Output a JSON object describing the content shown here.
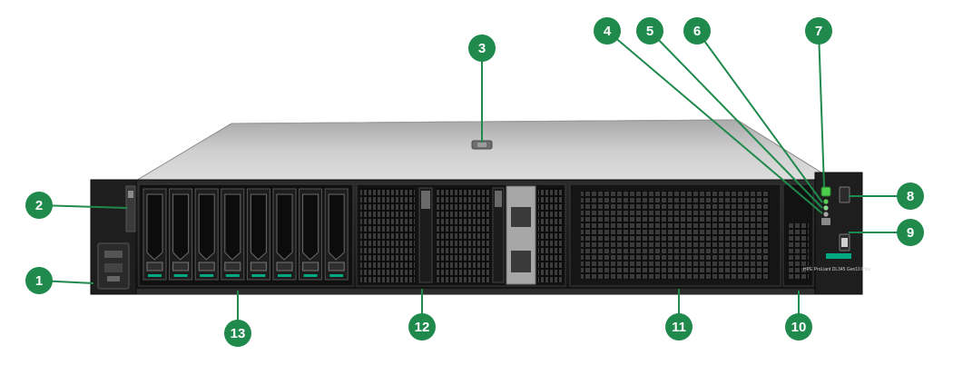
{
  "figure": {
    "subject": "rack-server-front-view",
    "brand_logo_text": "HPE",
    "hpe_label": "HPE ProLiant DL345 Gen10 Plus",
    "accent_color": "#01a982",
    "callout_color": "#1f8a4c",
    "chassis_color": "#1c1c1c",
    "lid_color": "#c8c8c8"
  },
  "callouts": [
    {
      "id": "1",
      "text": "1"
    },
    {
      "id": "2",
      "text": "2"
    },
    {
      "id": "3",
      "text": "3"
    },
    {
      "id": "4",
      "text": "4"
    },
    {
      "id": "5",
      "text": "5"
    },
    {
      "id": "6",
      "text": "6"
    },
    {
      "id": "7",
      "text": "7"
    },
    {
      "id": "8",
      "text": "8"
    },
    {
      "id": "9",
      "text": "9"
    },
    {
      "id": "10",
      "text": "10"
    },
    {
      "id": "11",
      "text": "11"
    },
    {
      "id": "12",
      "text": "12"
    },
    {
      "id": "13",
      "text": "13"
    }
  ]
}
